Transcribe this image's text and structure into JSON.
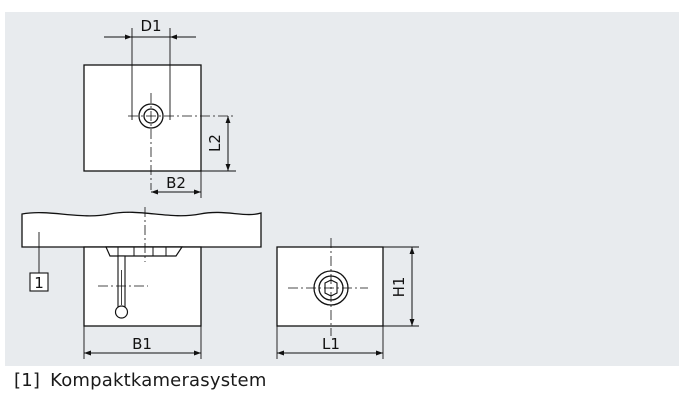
{
  "dimensions": {
    "d1": "D1",
    "l2": "L2",
    "b2": "B2",
    "b1": "B1",
    "l1": "L1",
    "h1": "H1"
  },
  "callout": {
    "number": "1"
  },
  "legend": {
    "marker": "[1]",
    "text": "Kompaktkamerasystem"
  },
  "colors": {
    "panel_background": "#e8ebee",
    "part_fill": "#ffffff",
    "line": "#111111"
  }
}
